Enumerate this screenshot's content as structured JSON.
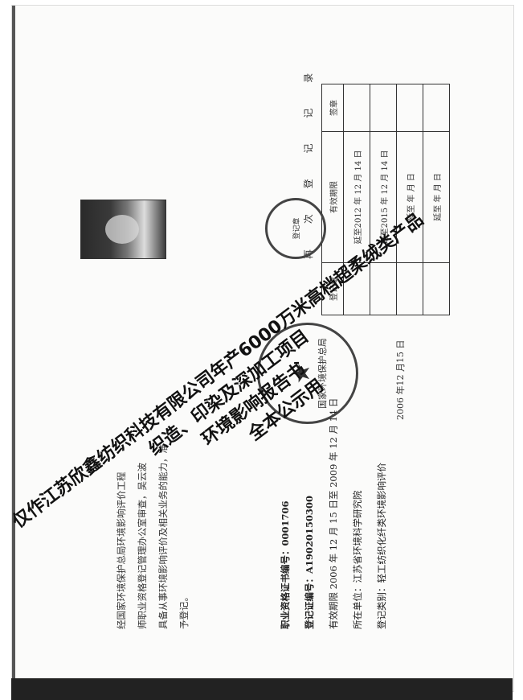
{
  "document": {
    "body_lines": [
      "经国家环境保护总局环境影响评价工程",
      "师职业资格登记管理办公室审查，吴云波",
      "具备从事环境影响评价及相关业务的能力，准",
      "予登记。"
    ],
    "certificate_no": "职业资格证书编号：0001706",
    "registration_no": "登记证编号：A19020150300",
    "validity": "有效期限 2006 年 12 月 15 日至 2009 年 12 月 14 日",
    "unit": "所在单位：江苏省环境科学研究院",
    "category": "登记类别：轻工纺织化纤类环境影响评价",
    "renewal_title": "再 次 登 记 记 录",
    "table": {
      "headers": [
        "登记章",
        "有效期限",
        "签章"
      ],
      "rows": [
        [
          "",
          "延至2012 年 12 月 14 日",
          ""
        ],
        [
          "",
          "延至2015 年 12 月 14 日",
          ""
        ],
        [
          "",
          "延至   年   月   日",
          ""
        ],
        [
          "",
          "延至   年   月   日",
          ""
        ]
      ]
    },
    "seal_big_text": "国家环境保护总局",
    "seal_big_date": "2006 年12 月15 日",
    "seal_small_text": "登记章"
  },
  "watermark": {
    "line1": "仅作江苏欣鑫纺织科技有限公司年产6000万米高档超柔绒类产品",
    "line2": "织造、印染及深加工项目",
    "line3": "环境影响报告书",
    "line4": "全本公示用"
  }
}
